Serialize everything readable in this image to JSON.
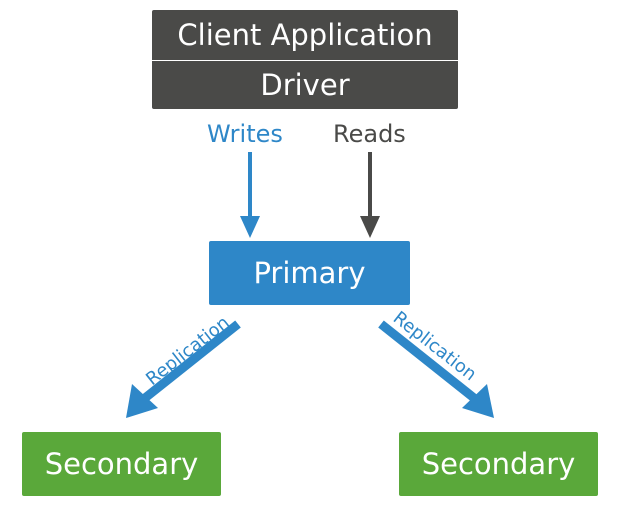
{
  "client": {
    "label": "Client Application"
  },
  "driver": {
    "label": "Driver"
  },
  "writes": {
    "label": "Writes"
  },
  "reads": {
    "label": "Reads"
  },
  "primary": {
    "label": "Primary"
  },
  "replication_left": {
    "label": "Replication"
  },
  "replication_right": {
    "label": "Replication"
  },
  "secondary_left": {
    "label": "Secondary"
  },
  "secondary_right": {
    "label": "Secondary"
  },
  "colors": {
    "dark": "#4a4a48",
    "blue": "#2e87c8",
    "green": "#5aa83a"
  }
}
